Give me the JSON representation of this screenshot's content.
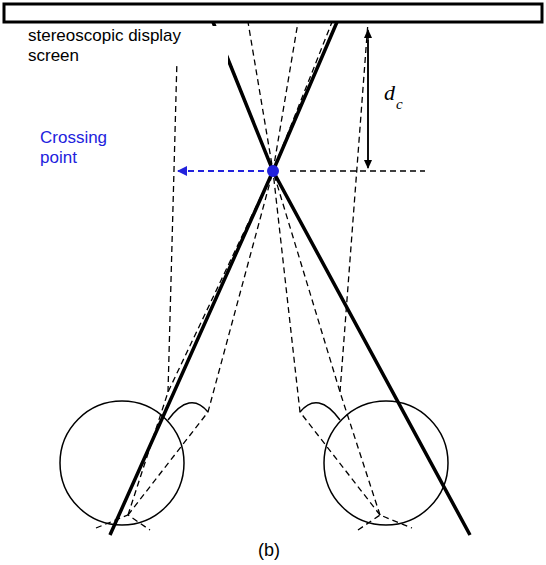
{
  "diagram": {
    "labels": [
      "stereoscopic display screen",
      "Crossing point",
      "d",
      "c",
      "(b)"
    ]
  }
}
